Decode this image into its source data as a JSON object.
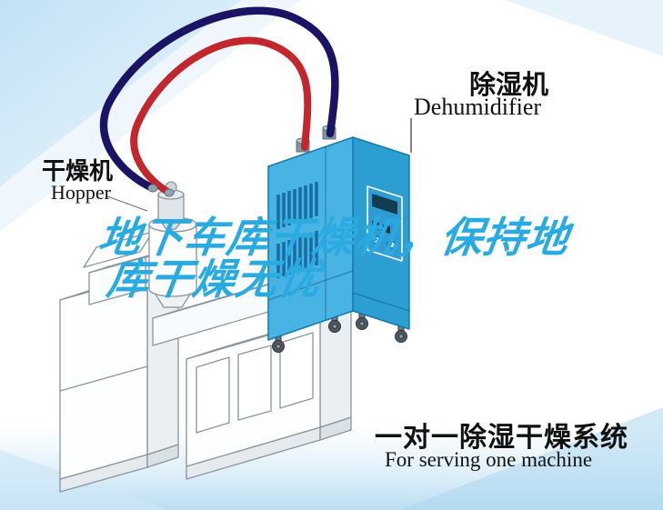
{
  "scene": {
    "labels": {
      "dehumidifier": {
        "cn": "除湿机",
        "en": "Dehumidifier"
      },
      "hopper": {
        "cn": "干燥机",
        "en": "Hopper"
      }
    },
    "title": {
      "line1": "地下车库干燥机，保持地",
      "line2": "库干燥无忧"
    },
    "caption": {
      "cn": "一对一除湿干燥系统",
      "en": "For serving one machine"
    }
  },
  "colors": {
    "title_text": "#29ABE2",
    "label_text": "#111111",
    "pipe_red": "#C1272D",
    "pipe_navy": "#1B1464",
    "machine_front": "#47B4E3",
    "machine_side": "#2D9ED2",
    "machine_louver": "#166DA3",
    "machine_edge": "#1878AB",
    "control_panel": "#2F9CD6",
    "lineart_stroke": "#8A949B",
    "bg_accent": "#CFE8F6"
  },
  "illustration": {
    "dehumidifier_unit": "industrial-dehumidifier",
    "hopper_unit": "hopper-dryer-extruder",
    "hose_red": "red-air-hose",
    "hose_navy": "navy-air-hose"
  }
}
